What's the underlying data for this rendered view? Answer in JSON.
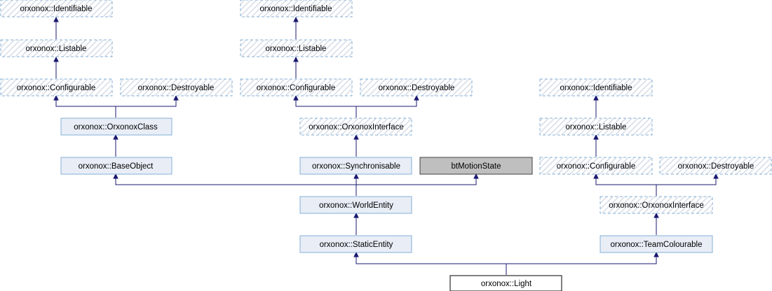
{
  "colors": {
    "edge": "#191970",
    "external_fill": "#ffffff",
    "external_hatch": "#d6dce6",
    "external_border": "#84b0d7",
    "documented_fill": "#e8edf6",
    "documented_border": "#84b0d7",
    "highlight_fill": "#bfbfbf",
    "highlight_border": "#404040",
    "focus_fill": "#ffffff",
    "focus_border": "#000000"
  },
  "nodes": {
    "n01": {
      "label": "orxonox::Identifiable",
      "style": "external"
    },
    "n02": {
      "label": "orxonox::Listable",
      "style": "external"
    },
    "n03": {
      "label": "orxonox::Configurable",
      "style": "external"
    },
    "n04": {
      "label": "orxonox::Destroyable",
      "style": "external"
    },
    "n05": {
      "label": "orxonox::OrxonoxClass",
      "style": "documented"
    },
    "n06": {
      "label": "orxonox::BaseObject",
      "style": "documented"
    },
    "n07": {
      "label": "orxonox::Identifiable",
      "style": "external"
    },
    "n08": {
      "label": "orxonox::Listable",
      "style": "external"
    },
    "n09": {
      "label": "orxonox::Configurable",
      "style": "external"
    },
    "n10": {
      "label": "orxonox::Destroyable",
      "style": "external"
    },
    "n11": {
      "label": "orxonox::OrxonoxInterface",
      "style": "external"
    },
    "n12": {
      "label": "orxonox::Synchronisable",
      "style": "documented"
    },
    "n13": {
      "label": "btMotionState",
      "style": "highlight"
    },
    "n14": {
      "label": "orxonox::WorldEntity",
      "style": "documented"
    },
    "n15": {
      "label": "orxonox::StaticEntity",
      "style": "documented"
    },
    "n16": {
      "label": "orxonox::Light",
      "style": "focus"
    },
    "n17": {
      "label": "orxonox::Identifiable",
      "style": "external"
    },
    "n18": {
      "label": "orxonox::Listable",
      "style": "external"
    },
    "n19": {
      "label": "orxonox::Configurable",
      "style": "external"
    },
    "n20": {
      "label": "orxonox::Destroyable",
      "style": "external"
    },
    "n21": {
      "label": "orxonox::OrxonoxInterface",
      "style": "external"
    },
    "n22": {
      "label": "orxonox::TeamColourable",
      "style": "documented"
    }
  }
}
